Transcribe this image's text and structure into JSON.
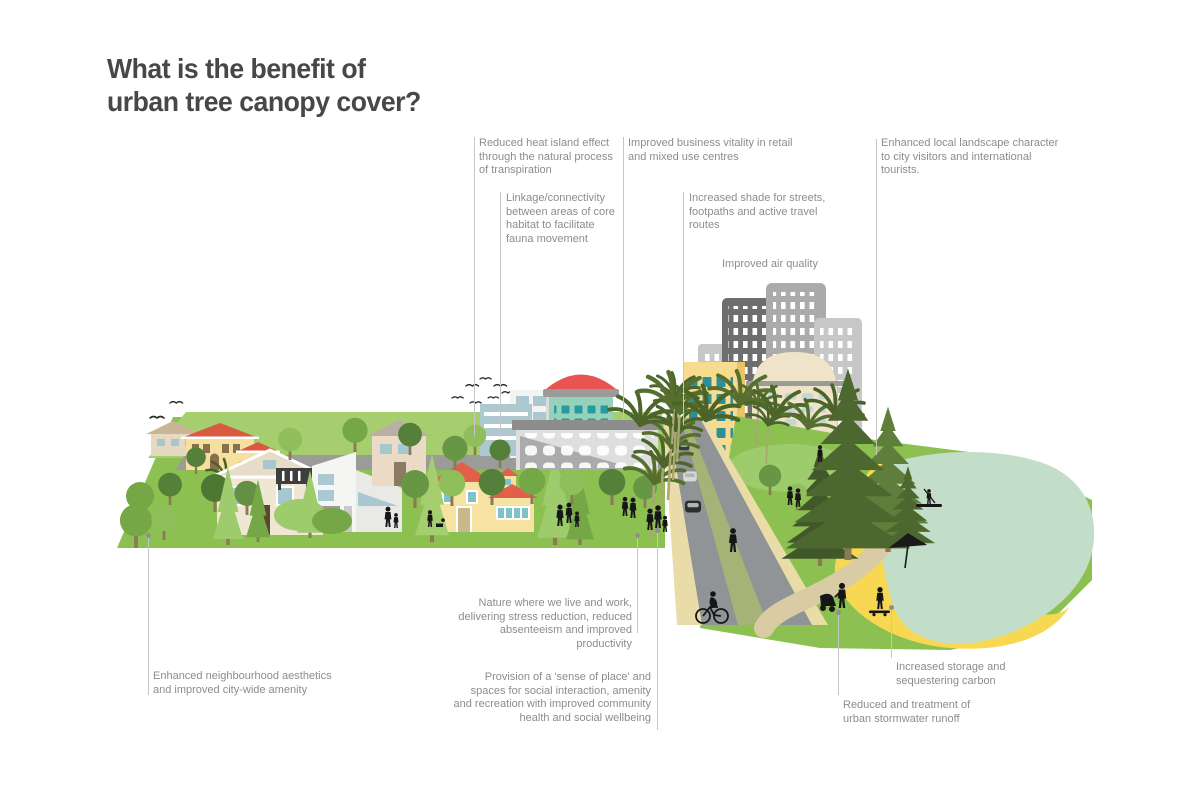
{
  "title": {
    "line1": "What is the benefit of",
    "line2": "urban tree canopy cover?"
  },
  "callouts": {
    "heat_island": {
      "text": "Reduced heat island effect through the natural process of transpiration"
    },
    "linkage": {
      "text": "Linkage/connectivity between areas of core habitat to facilitate fauna movement"
    },
    "business": {
      "text": "Improved business vitality in retail and mixed use centres"
    },
    "shade": {
      "text": "Increased shade for streets, footpaths and active travel routes"
    },
    "air_quality": {
      "text": "Improved air quality"
    },
    "landscape": {
      "text": "Enhanced local landscape character to city visitors and international tourists."
    },
    "neighbourhood": {
      "text": "Enhanced neighbourhood aesthetics and improved city-wide amenity"
    },
    "nature_work": {
      "text": "Nature where we live and work, delivering stress reduction, reduced absenteeism and improved productivity"
    },
    "sense_place": {
      "text": "Provision of a 'sense of place' and spaces for social interaction, amenity and recreation with improved community health and social wellbeing"
    },
    "carbon": {
      "text": "Increased storage and sequestering carbon"
    },
    "stormwater": {
      "text": "Reduced and treatment of urban stormwater runoff"
    }
  },
  "scene": {
    "description": "Flat illustration of an urban transect: leafy suburbs, mid-rise centre, high-rise city, tree-lined street, pine parkland, beach and water",
    "elements": [
      "birds-icon",
      "suburban-houses",
      "round-trees",
      "conifer-trees",
      "mid-rise-buildings",
      "red-dome-tower",
      "city-skyscrapers",
      "palm-street-trees",
      "road-with-cars",
      "pedestrian-silhouettes",
      "cyclist",
      "pine-trees",
      "park-path",
      "stroller-family",
      "skateboarder",
      "beach-umbrella-icon",
      "paddle-boarder",
      "sand-beach",
      "water"
    ],
    "palette": {
      "lawn": "#8CC152",
      "hill_light": "#A6CD6E",
      "water": "#C2DDC8",
      "sand": "#F8D852",
      "pine_dark": "#4D682F",
      "pine_mid": "#5F7E3B",
      "palm_frond": "#566F2E",
      "road_asphalt": "#919496",
      "road_median": "#A5B377",
      "sidewalk": "#E9DCA8",
      "path": "#D9CCA5",
      "dome_red": "#E85450",
      "building_yellow": "#F7DB8E",
      "building_teal": "#96D1BC",
      "roof_red": "#DA5A41",
      "title_text": "#474749",
      "label_text": "#8C8C8C",
      "leader_line": "#C6C6C6"
    }
  }
}
